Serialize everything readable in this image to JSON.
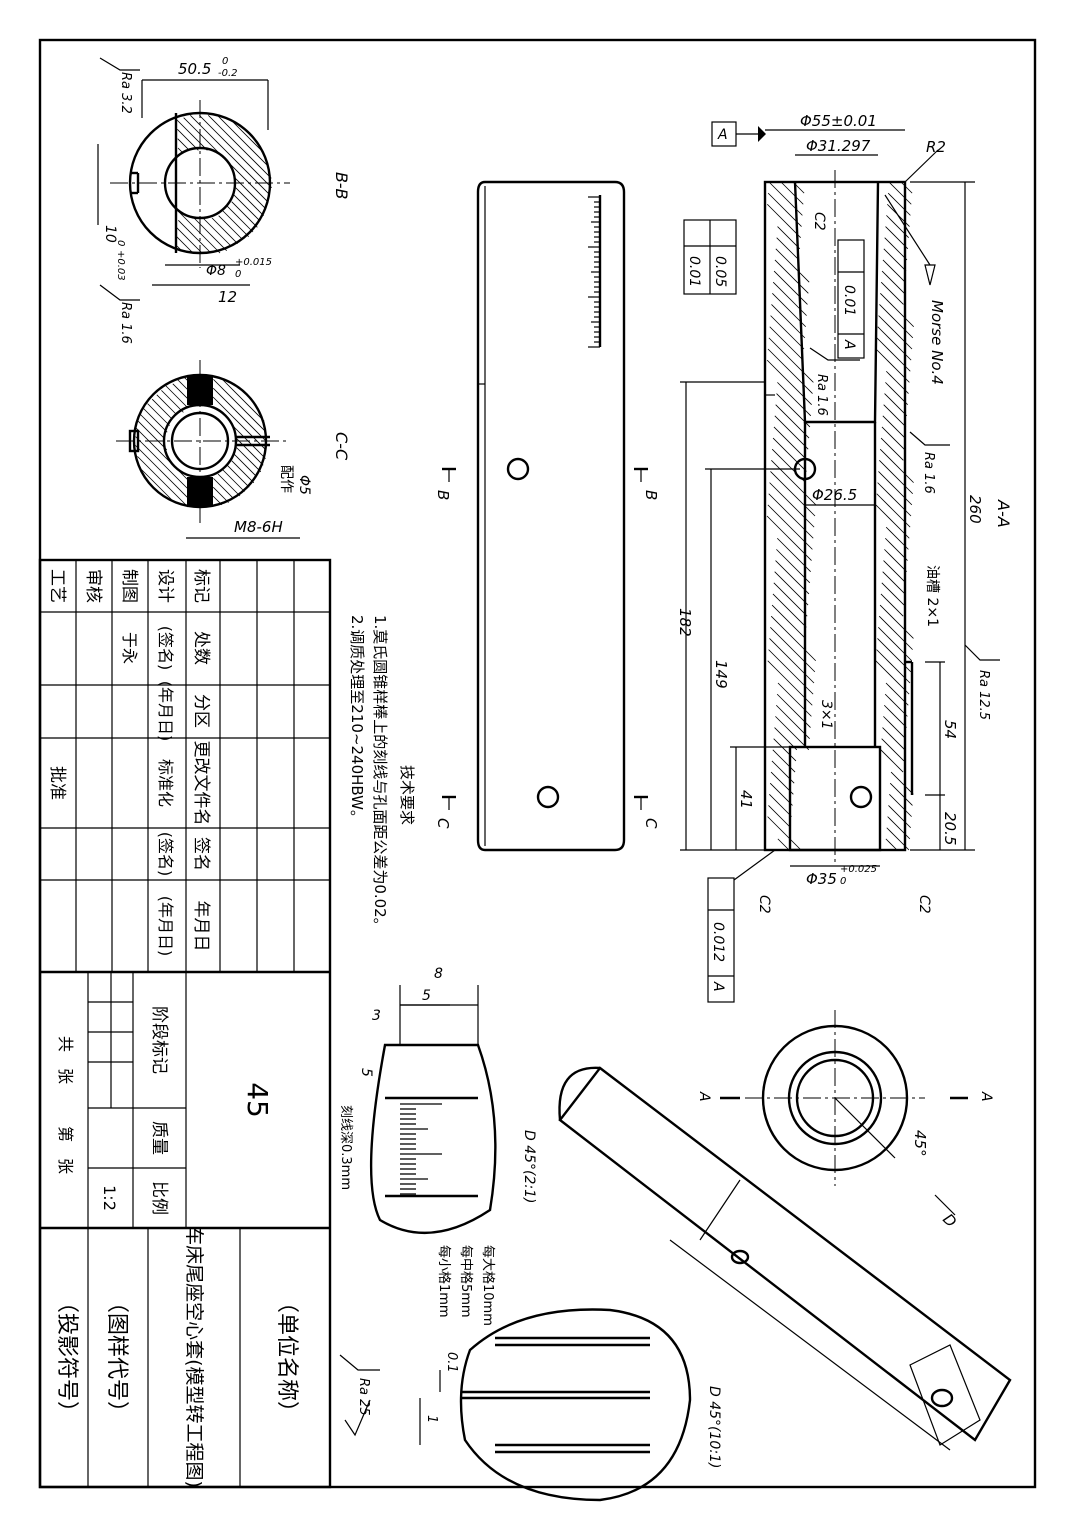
{
  "title_block": {
    "unit_name": "（单位名称）",
    "drawing_title": "车床尾座空心套(模型转工程图)",
    "drawing_code": "（图样代号）",
    "projection_symbol": "（投影符号）",
    "material": "45",
    "scale_label": "比例",
    "scale_value": "1:2",
    "mass_label": "质量",
    "stage_label": "阶段标记",
    "sheets_total": "共　张",
    "sheet_no": "第　张",
    "revision_headers": [
      "标记",
      "处数",
      "分区",
      "更改文件名",
      "签名",
      "年月日"
    ],
    "sign_rows": [
      "设计",
      "制图",
      "审核",
      "工艺"
    ],
    "sign_col_headers": [
      "(签名)",
      "(年月日)",
      "标准化",
      "(签名)",
      "(年月日)"
    ],
    "drafter": "于永",
    "approve": "批准"
  },
  "notes": {
    "heading": "技术要求",
    "items": [
      "1.莫氏圆锥样棒上的刻线与孔面距公差为0.02。",
      "2.调质处理至210~240HBW。"
    ]
  },
  "section_AA": {
    "label": "A-A",
    "dims": {
      "d55": "Φ55±0.01",
      "d31": "Φ31.297",
      "d26": "Φ26.5",
      "d35": "Φ35",
      "d35_tol": "+0.025",
      "d35_tol0": "0",
      "r2": "R2",
      "c2": "C2",
      "morse": "Morse No.4",
      "len260": "260",
      "len182": "182",
      "len149": "149",
      "len41": "41",
      "len54": "54",
      "len20": "20.5",
      "groove": "油槽 2×1",
      "undercut": "3×1",
      "ra16a": "Ra 1.6",
      "ra16b": "Ra 1.6",
      "ra125": "Ra 12.5"
    },
    "tolerance_frames": {
      "circ": "0.05",
      "cyl": "0.01",
      "runout1": "0.01",
      "runout1_datum": "A",
      "runout2": "0.012",
      "runout2_datum": "A",
      "datum": "A"
    }
  },
  "section_BB": {
    "label": "B-B",
    "dims": {
      "w50": "50.5",
      "w50_tol_up": "0",
      "w50_tol_low": "-0.2",
      "d8": "Φ8",
      "d8_tol": "+0.015",
      "d8_tol0": "0",
      "w12": "12",
      "w10": "10",
      "w10_tol": "+0.03",
      "w10_tol0": "0",
      "ra32": "Ra 3.2",
      "ra16": "Ra 1.6"
    }
  },
  "section_CC": {
    "label": "C-C",
    "dims": {
      "d5": "Φ5",
      "mate": "配作",
      "thread": "M8-6H"
    }
  },
  "front_view": {
    "cut_B": "B",
    "cut_C": "C"
  },
  "detail_D1": {
    "label": "D 45°(2:1)",
    "dims": {
      "w8": "8",
      "w5": "5",
      "w3": "3",
      "h5": "5"
    },
    "depth": "刻线深0.3mm",
    "leaders": [
      "每大格10mm",
      "每中格5mm",
      "每小格1mm"
    ]
  },
  "detail_D2": {
    "label": "D 45°(10:1)",
    "dims": {
      "w01": "0.1",
      "w1": "1"
    }
  },
  "end_view": {
    "cut_A": "A",
    "angle": "45°",
    "view_D": "D"
  },
  "roughness_general": "Ra 25"
}
